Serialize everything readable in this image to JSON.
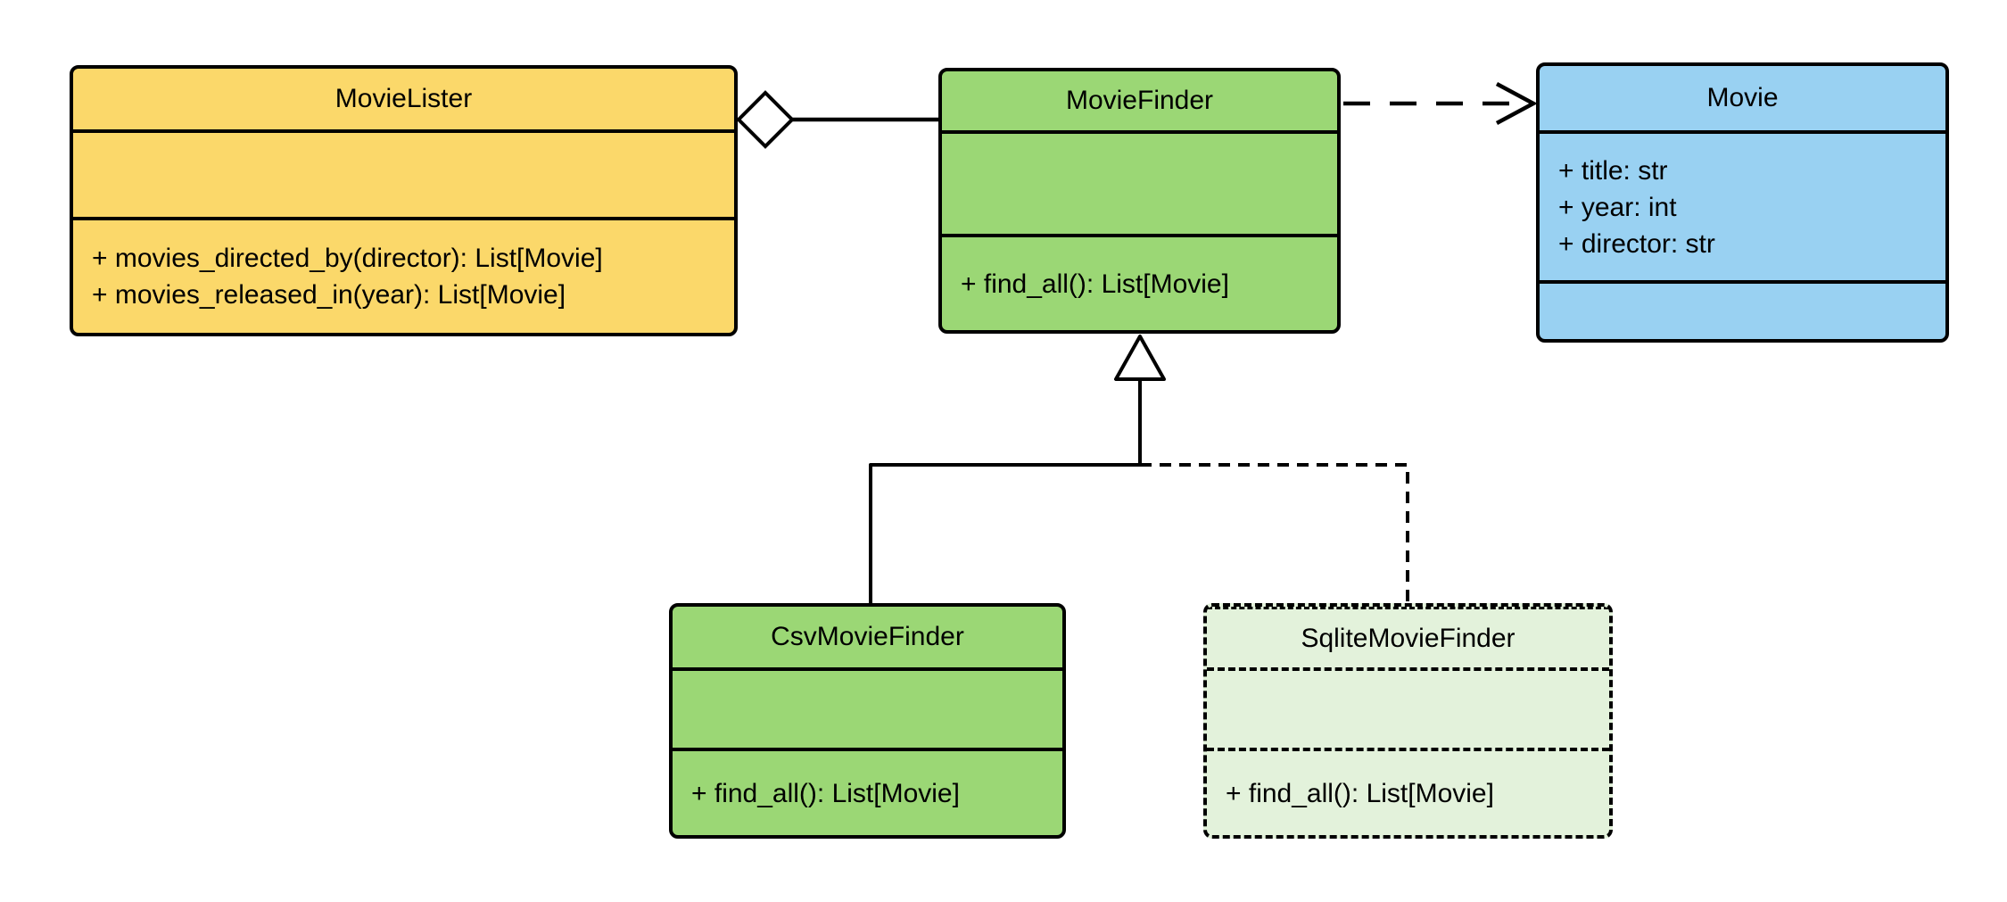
{
  "diagram": {
    "kind": "uml-class-diagram",
    "background": "#ffffff",
    "colors": {
      "stroke": "#000000",
      "yellow_fill": "#FBD86A",
      "green_fill": "#9BD775",
      "blue_fill": "#99D1F2",
      "pale_green_fill": "#E3F2DB",
      "marker_fill": "#ffffff"
    },
    "classes": [
      {
        "name": "MovieLister",
        "fill": "#FBD86A",
        "border_style": "solid",
        "attributes": [],
        "methods": [
          "+ movies_directed_by(director): List[Movie]",
          "+ movies_released_in(year): List[Movie]"
        ]
      },
      {
        "name": "MovieFinder",
        "fill": "#9BD775",
        "border_style": "solid",
        "attributes": [],
        "methods": [
          "+ find_all(): List[Movie]"
        ]
      },
      {
        "name": "Movie",
        "fill": "#99D1F2",
        "border_style": "solid",
        "attributes": [
          "+ title: str",
          "+ year: int",
          "+ director: str"
        ],
        "methods": []
      },
      {
        "name": "CsvMovieFinder",
        "fill": "#9BD775",
        "border_style": "solid",
        "attributes": [],
        "methods": [
          "+ find_all(): List[Movie]"
        ]
      },
      {
        "name": "SqliteMovieFinder",
        "fill": "#E3F2DB",
        "border_style": "dashed",
        "attributes": [],
        "methods": [
          "+ find_all(): List[Movie]"
        ]
      }
    ],
    "relationships": [
      {
        "type": "aggregation",
        "owner": "MovieLister",
        "part": "MovieFinder",
        "line": "solid",
        "marker": "hollow-diamond-at-owner"
      },
      {
        "type": "dependency",
        "from": "MovieFinder",
        "to": "Movie",
        "line": "dashed",
        "marker": "open-arrow-at-target"
      },
      {
        "type": "generalization",
        "child": "CsvMovieFinder",
        "parent": "MovieFinder",
        "line": "solid",
        "marker": "hollow-triangle-at-parent"
      },
      {
        "type": "generalization",
        "child": "SqliteMovieFinder",
        "parent": "MovieFinder",
        "line": "dashed",
        "marker": "hollow-triangle-at-parent"
      }
    ]
  }
}
